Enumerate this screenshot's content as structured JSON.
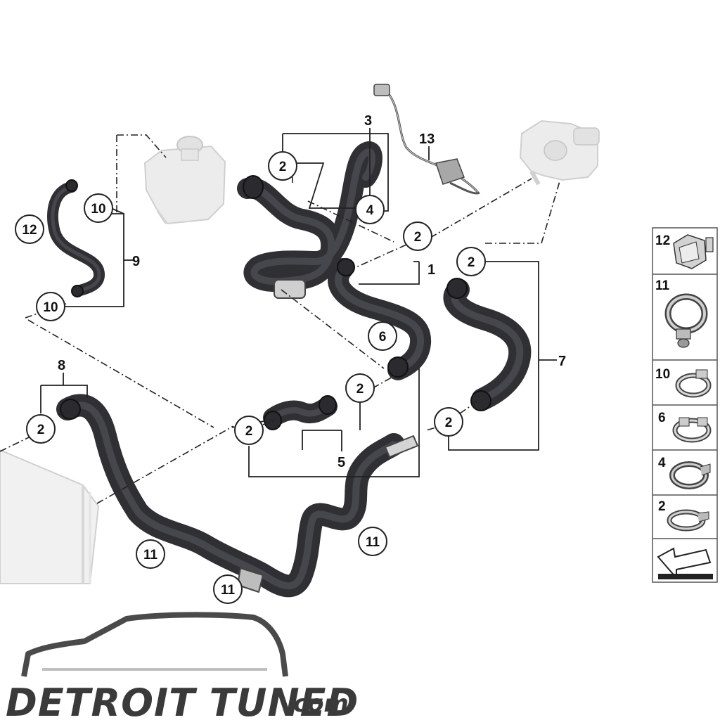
{
  "callouts": {
    "c2_a": "2",
    "c2_b": "2",
    "c2_c": "2",
    "c2_d": "2",
    "c2_e": "2",
    "c2_f": "2",
    "c2_g": "2",
    "c4": "4",
    "c6": "6",
    "c10_a": "10",
    "c10_b": "10",
    "c11_a": "11",
    "c11_b": "11",
    "c11_c": "11",
    "c12": "12"
  },
  "labels": {
    "l1": "1",
    "l3": "3",
    "l5": "5",
    "l7": "7",
    "l8": "8",
    "l9": "9",
    "l13": "13"
  },
  "legend": {
    "items": [
      {
        "num": "12",
        "icon": "clip-icon"
      },
      {
        "num": "11",
        "icon": "hose-clamp-with-screw-icon"
      },
      {
        "num": "10",
        "icon": "spring-clamp-icon"
      },
      {
        "num": "6",
        "icon": "spring-clamp-icon"
      },
      {
        "num": "4",
        "icon": "hose-clamp-icon"
      },
      {
        "num": "2",
        "icon": "hose-clamp-icon"
      }
    ],
    "last_icon": "arrow-icon"
  },
  "brand": {
    "name": "DETROIT TUNED",
    "suffix": ".com"
  },
  "colors": {
    "hose": "#3f3f45",
    "line": "#222222",
    "part_gray": "#d9d9d9",
    "brand": "#3a3a3a"
  }
}
